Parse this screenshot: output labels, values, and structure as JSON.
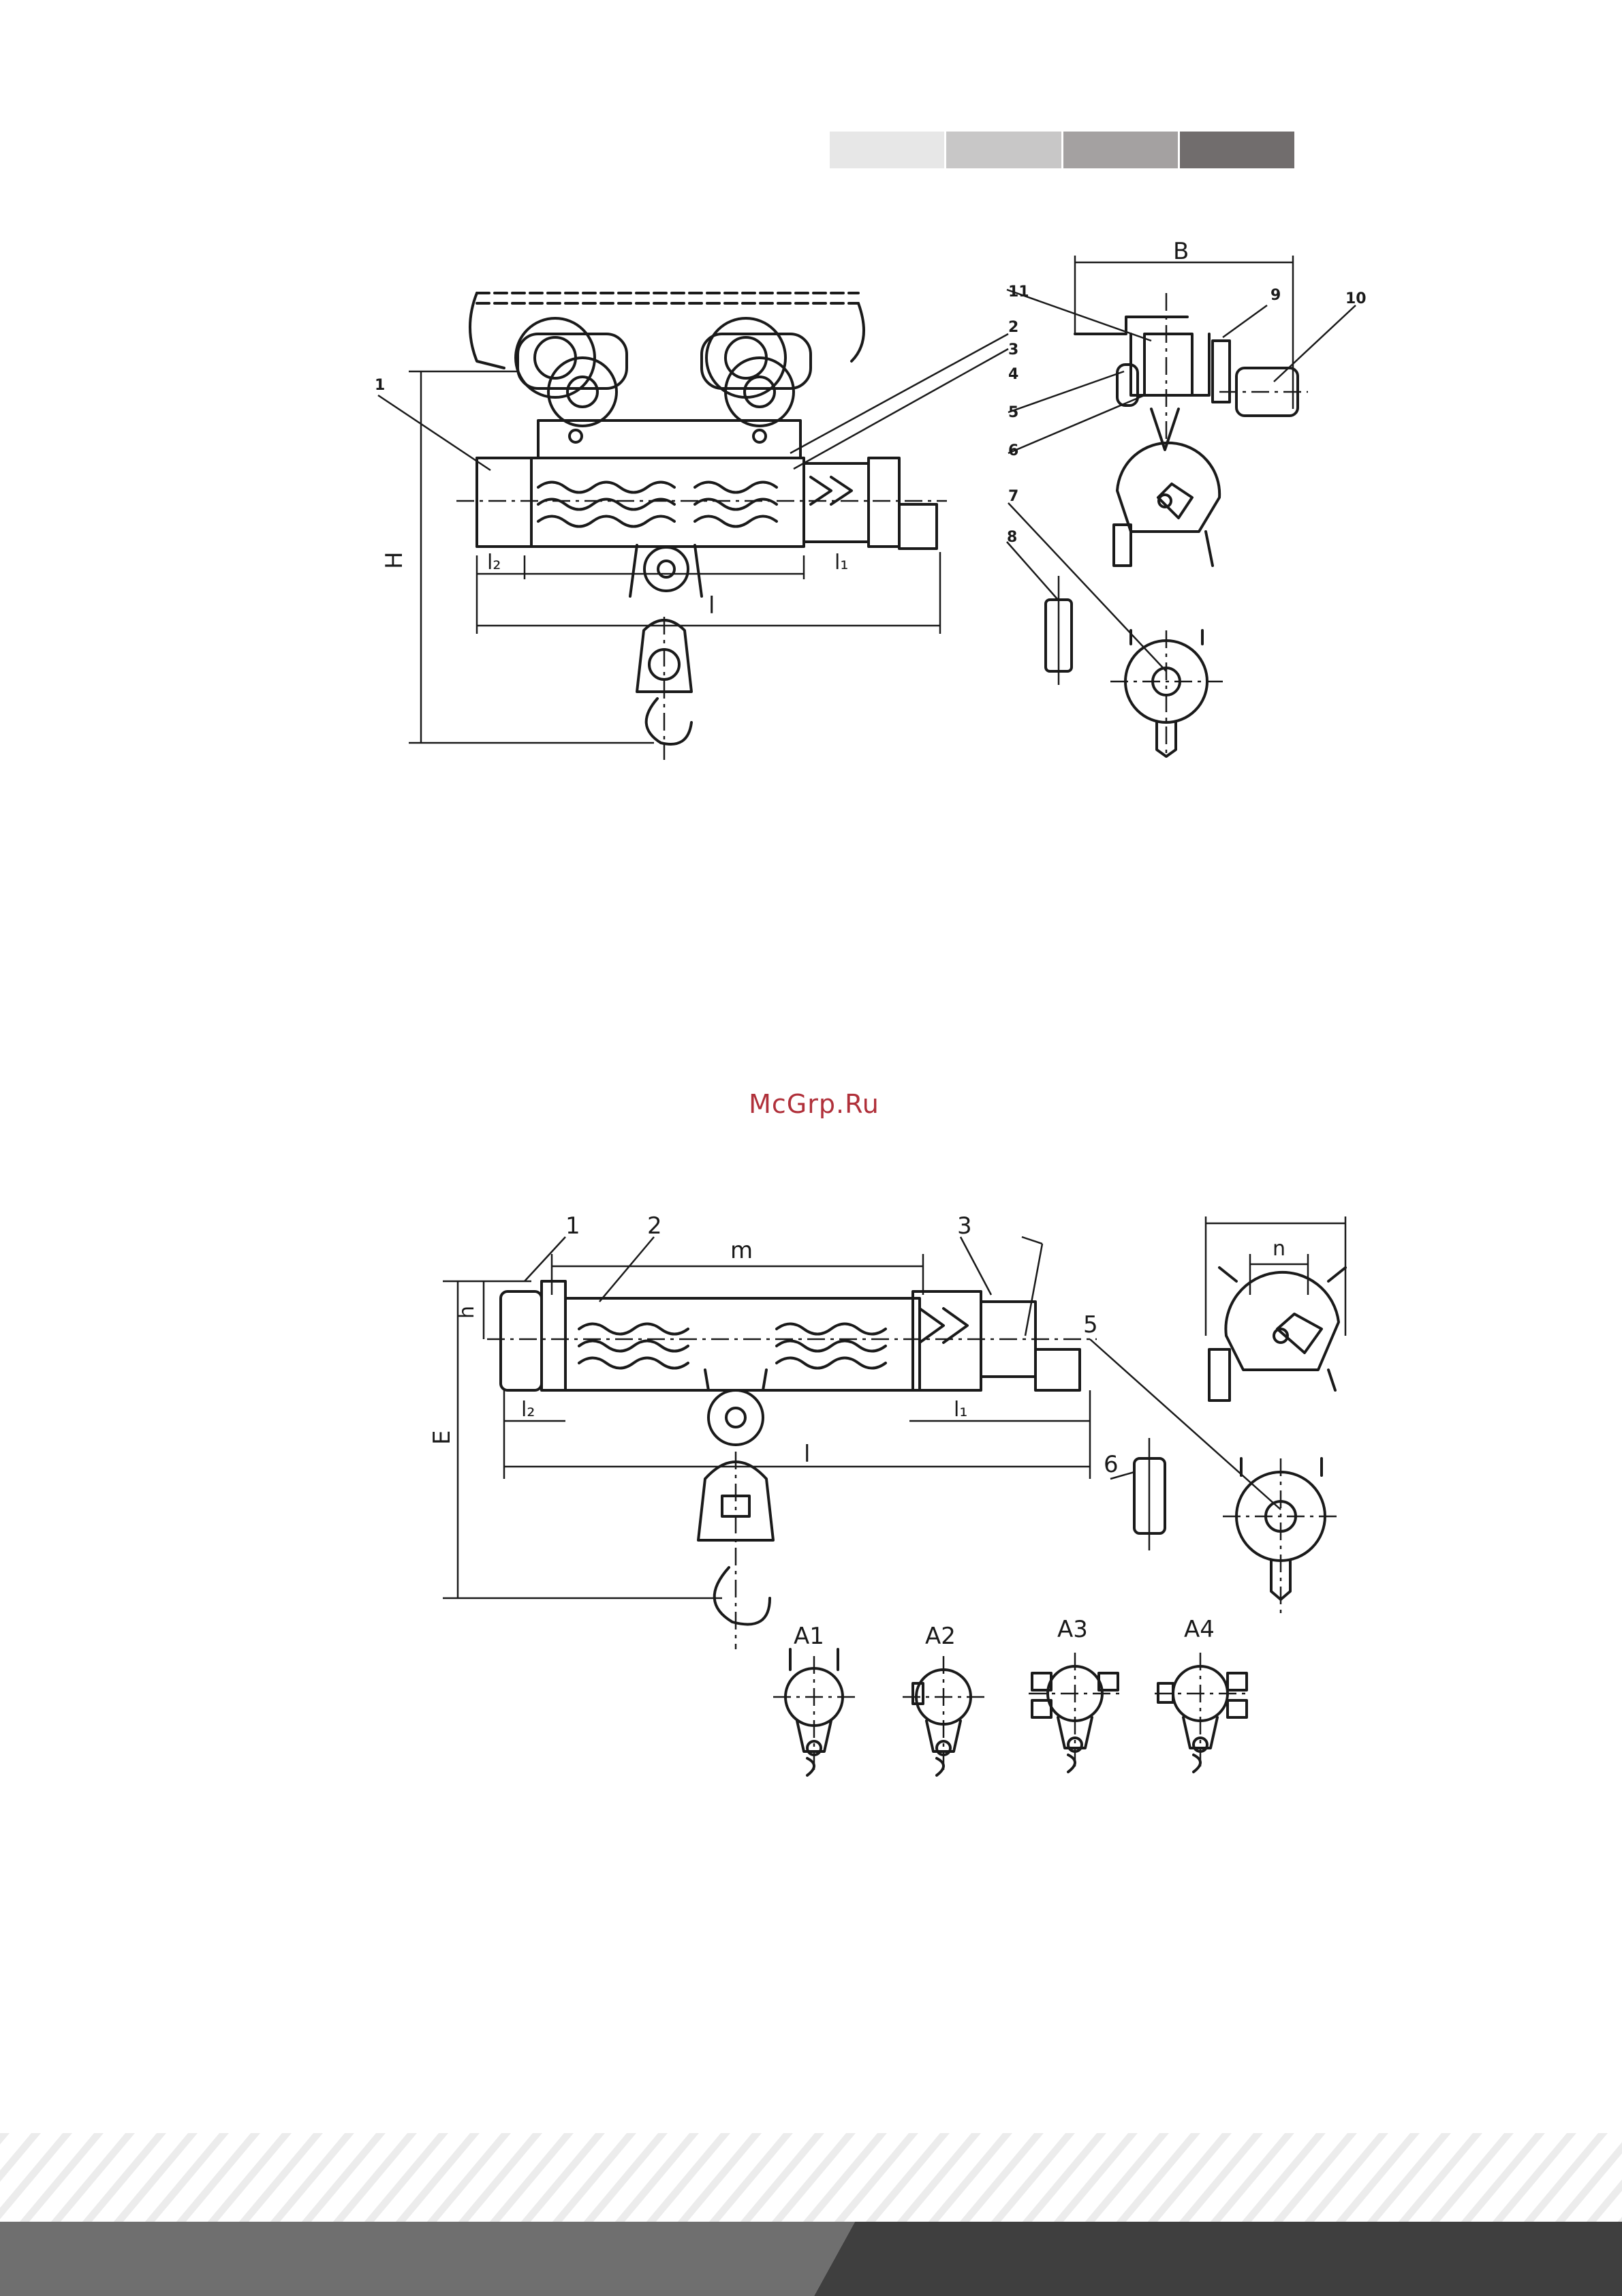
{
  "header": {
    "swatch_colors": [
      "#e7e7e7",
      "#c8c7c7",
      "#a4a1a1",
      "#716d6d"
    ]
  },
  "figure_top": {
    "callouts": [
      "1",
      "2",
      "3",
      "4",
      "5",
      "6",
      "7",
      "8",
      "9",
      "10",
      "11"
    ],
    "dims": {
      "H": "H",
      "B": "B",
      "l": "l",
      "l1": "l₁",
      "l2": "l₂"
    }
  },
  "watermark": {
    "text": "McGrp.Ru"
  },
  "figure_bottom": {
    "callouts": [
      "1",
      "2",
      "3",
      "5",
      "6"
    ],
    "dims": {
      "m": "m",
      "h": "h",
      "E": "E",
      "l": "l",
      "l1": "l₁",
      "l2": "l₂",
      "n": "n"
    },
    "variants": [
      "A1",
      "A2",
      "A3",
      "A4"
    ]
  },
  "footer": {
    "band_color": "#6f6f6f",
    "band_dark_color": "#3f3f3f",
    "stripe_color": "#e9e9e9"
  }
}
